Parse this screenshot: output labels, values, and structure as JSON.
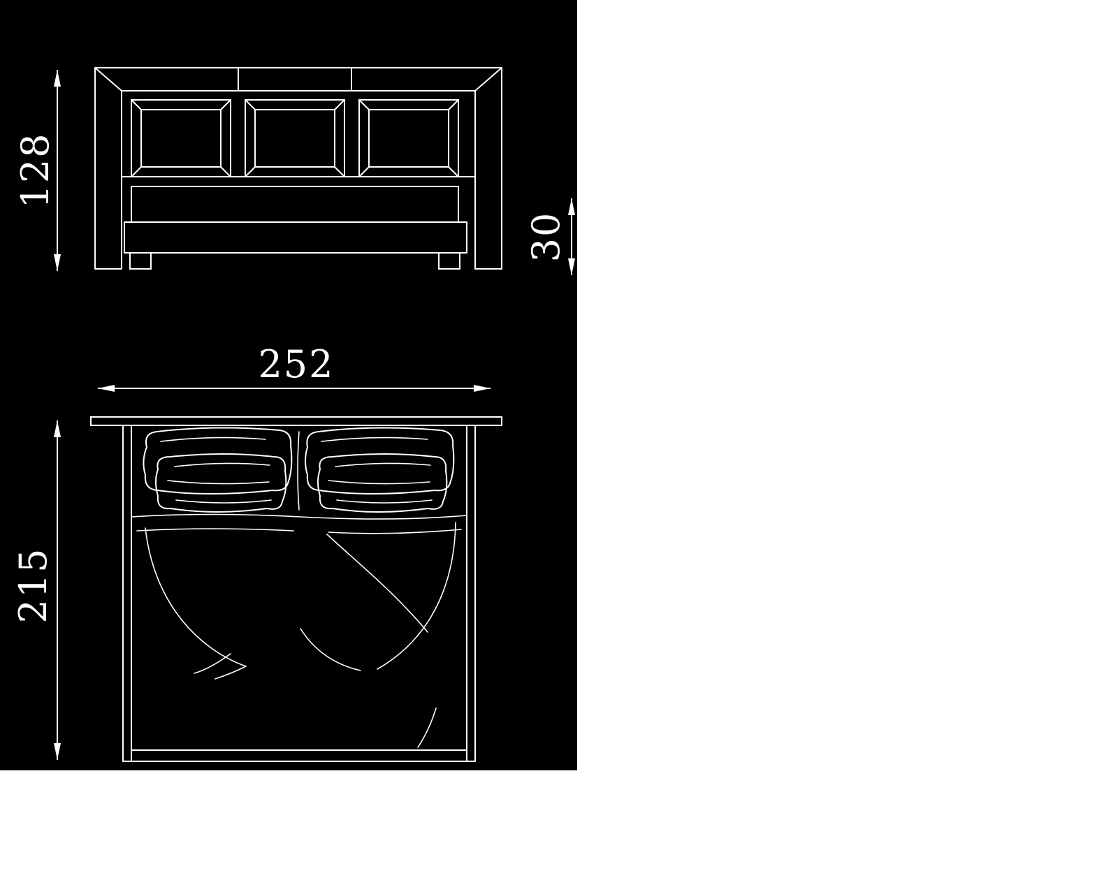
{
  "page": {
    "background": "#ffffff"
  },
  "drawing": {
    "type": "furniture-technical-drawing",
    "subject": "bed",
    "canvas_background": "#000000",
    "line_color": "#ffffff",
    "views": {
      "front": "front-elevation",
      "top": "top-plan"
    },
    "dimensions": {
      "overall_height": "128",
      "base_height": "30",
      "overall_width": "252",
      "overall_depth": "215"
    }
  }
}
